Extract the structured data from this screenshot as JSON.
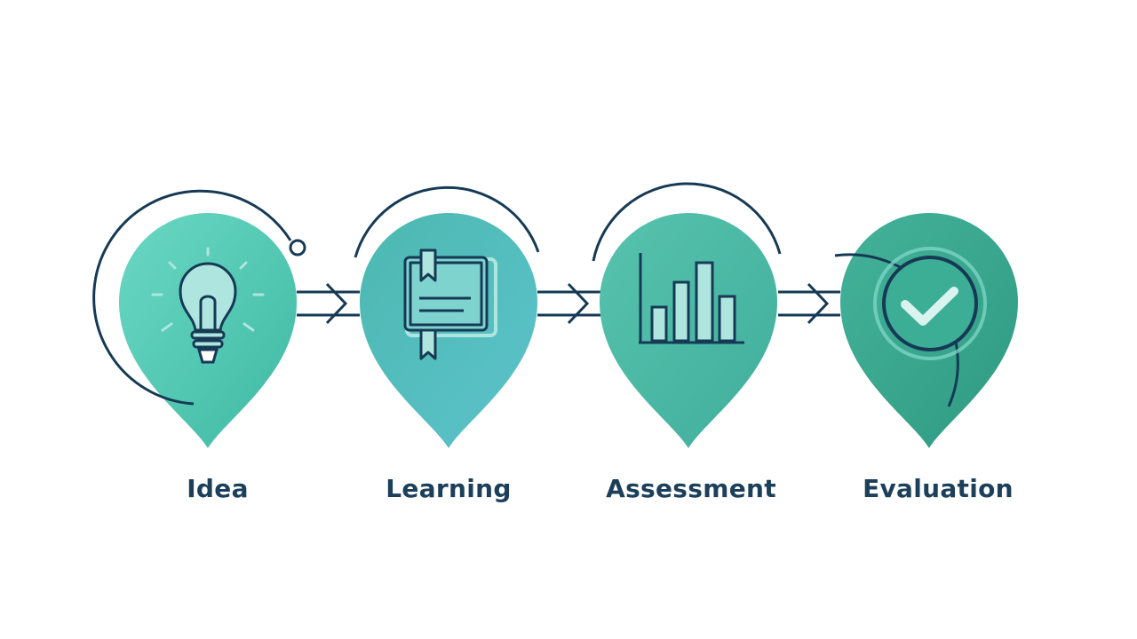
{
  "colors": {
    "outline": "#163a55",
    "pin_1": "#5ccdb8",
    "pin_2": "#58bcc4",
    "pin_3": "#4fbca9",
    "pin_4": "#3aa88e",
    "icon_fill": "#aee6df"
  },
  "steps": [
    {
      "label": "Idea",
      "icon": "lightbulb-icon"
    },
    {
      "label": "Learning",
      "icon": "book-icon"
    },
    {
      "label": "Assessment",
      "icon": "bar-chart-icon"
    },
    {
      "label": "Evaluation",
      "icon": "checkmark-icon"
    }
  ]
}
